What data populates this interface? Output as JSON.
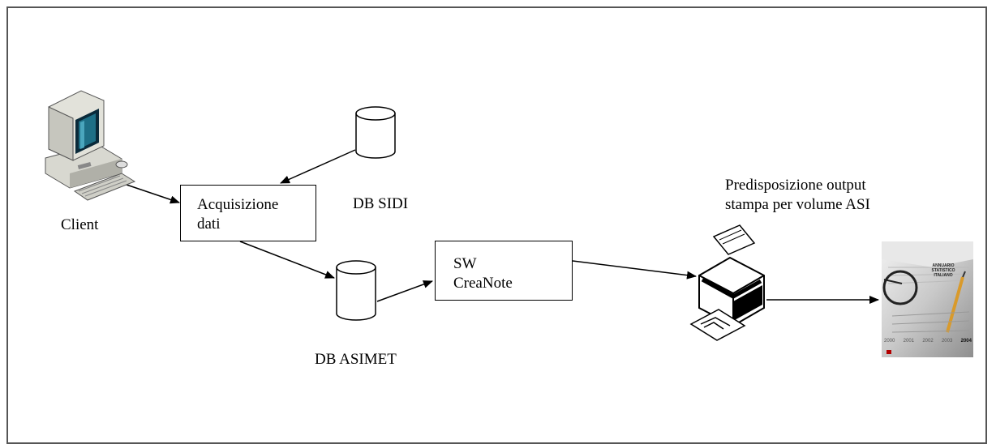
{
  "nodes": {
    "client_label": "Client",
    "acquisizione_line1": "Acquisizione",
    "acquisizione_line2": "dati",
    "db_sidi_label": "DB SIDI",
    "db_asimet_label": "DB ASIMET",
    "sw_line1": "SW",
    "sw_line2": "CreaNote",
    "output_line1": "Predisposizione output",
    "output_line2": "stampa per volume ASI"
  },
  "book_cover": {
    "title_line1": "ANNUARIO",
    "title_line2": "STATISTICO",
    "title_line3": "ITALIANO",
    "years": [
      "2000",
      "2001",
      "2002",
      "2003",
      "2004"
    ]
  },
  "icons": [
    "computer-icon",
    "database-icon",
    "printer-icon",
    "book-cover-image"
  ]
}
